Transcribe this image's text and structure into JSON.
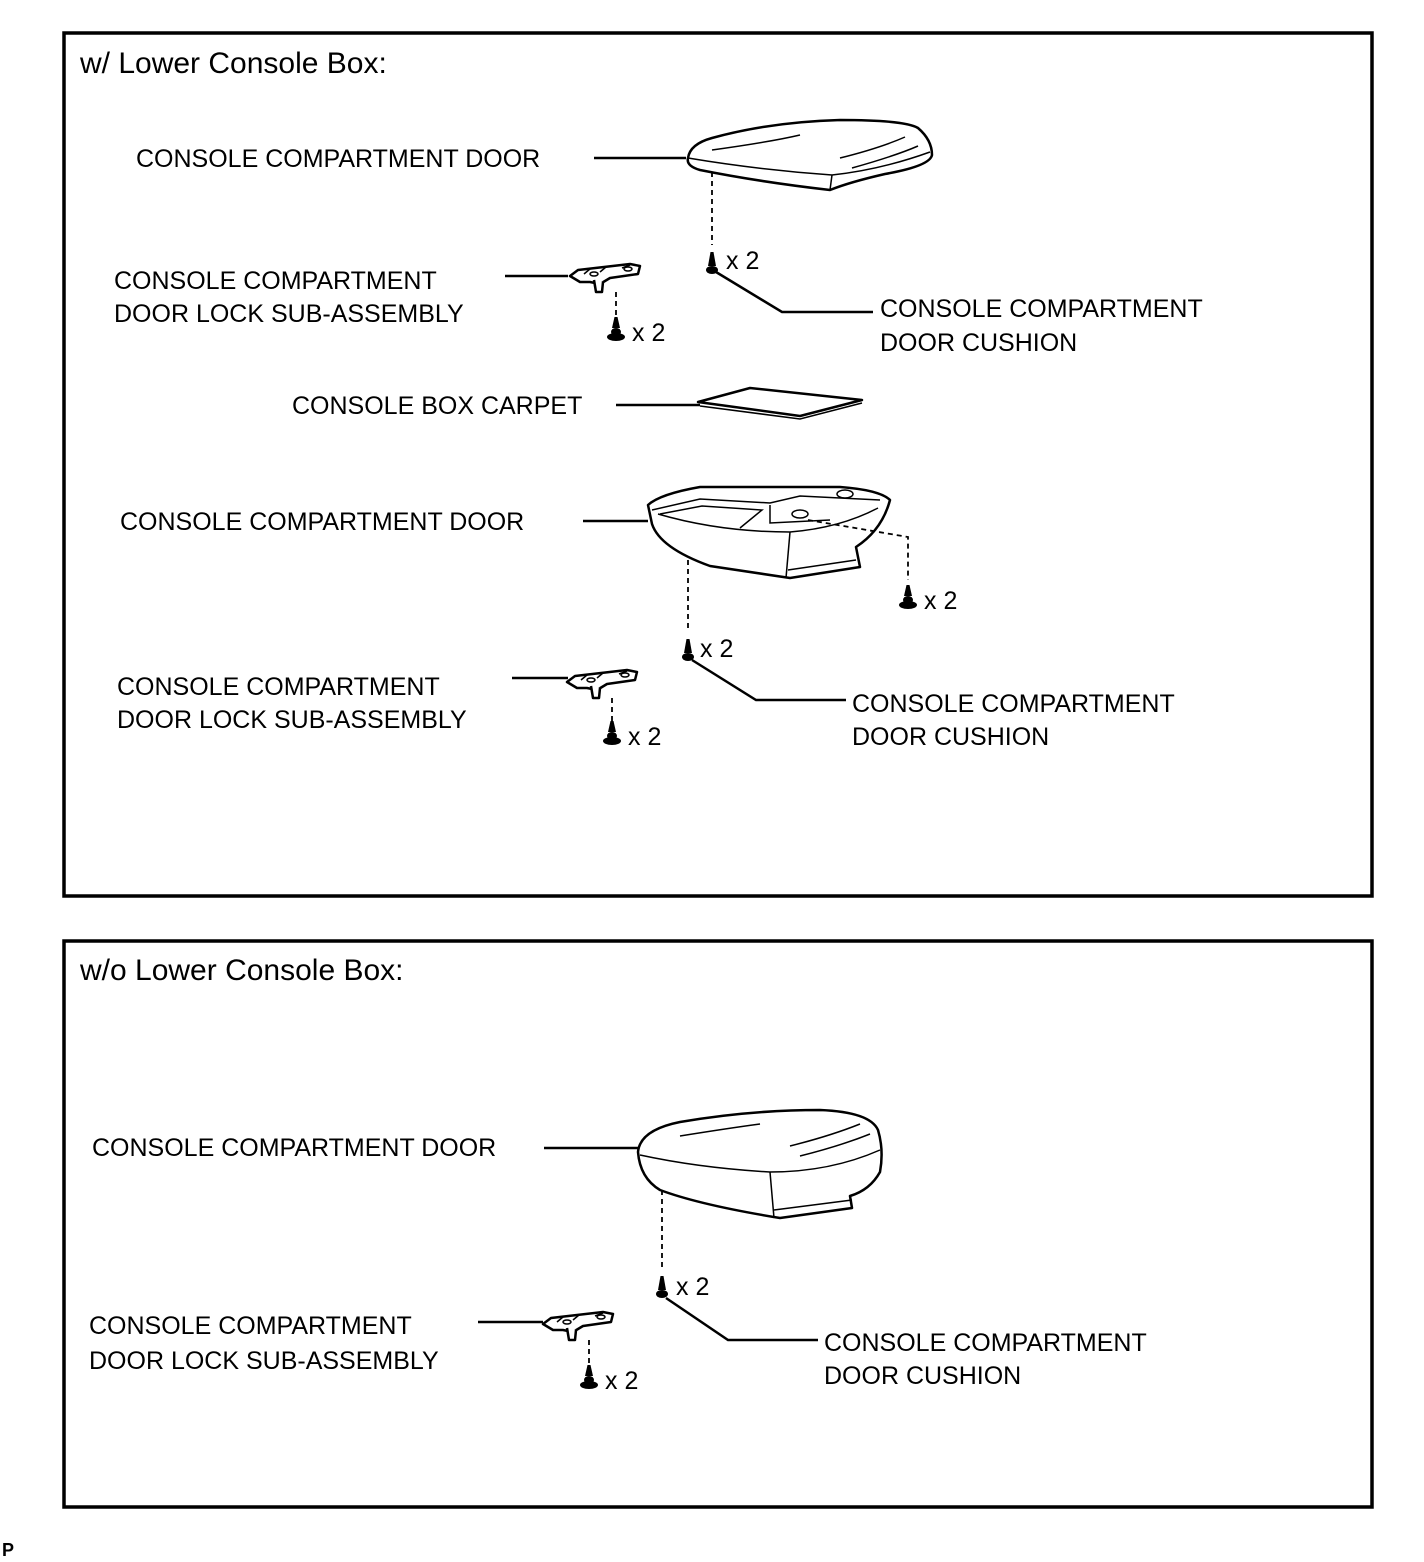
{
  "panels": [
    {
      "title": "w/ Lower Console Box:",
      "labels": {
        "door_top": "CONSOLE COMPARTMENT DOOR",
        "lock_1_line1": "CONSOLE COMPARTMENT",
        "lock_1_line2": "DOOR LOCK SUB-ASSEMBLY",
        "qty_lock_1": "x 2",
        "qty_cushion_1": "x 2",
        "cushion_1_line1": "CONSOLE COMPARTMENT",
        "cushion_1_line2": "DOOR CUSHION",
        "carpet": "CONSOLE BOX CARPET",
        "door_box": "CONSOLE COMPARTMENT DOOR",
        "qty_box_right": "x 2",
        "qty_cushion_2": "x 2",
        "lock_2_line1": "CONSOLE COMPARTMENT",
        "lock_2_line2": "DOOR LOCK SUB-ASSEMBLY",
        "qty_lock_2": "x 2",
        "cushion_2_line1": "CONSOLE COMPARTMENT",
        "cushion_2_line2": "DOOR CUSHION"
      }
    },
    {
      "title": "w/o Lower Console Box:",
      "labels": {
        "door": "CONSOLE COMPARTMENT DOOR",
        "qty_cushion": "x 2",
        "lock_line1": "CONSOLE COMPARTMENT",
        "lock_line2": "DOOR LOCK SUB-ASSEMBLY",
        "qty_lock": "x 2",
        "cushion_line1": "CONSOLE COMPARTMENT",
        "cushion_line2": "DOOR CUSHION"
      }
    }
  ],
  "corner_mark": "P"
}
